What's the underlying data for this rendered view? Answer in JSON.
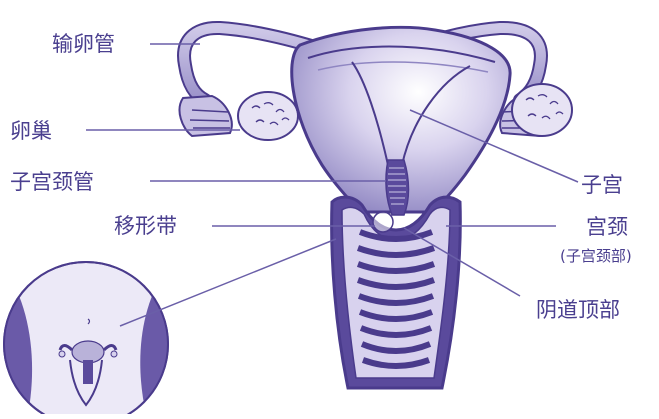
{
  "labels": {
    "fallopian_tube": "输卵管",
    "ovary": "卵巢",
    "cervical_canal": "子宫颈管",
    "transformation_zone": "移形带",
    "uterus": "子宫",
    "cervix": "宫颈",
    "cervix_note": "(子宫颈部)",
    "vaginal_fornix": "阴道顶部"
  },
  "colors": {
    "label_text": "#4a3f8f",
    "outline": "#4a3b8c",
    "body_fill": "#b9b2d9",
    "light_fill": "#e2ddf2",
    "dark_fill": "#5a4a9c",
    "leader_line": "#6a5fa8"
  }
}
